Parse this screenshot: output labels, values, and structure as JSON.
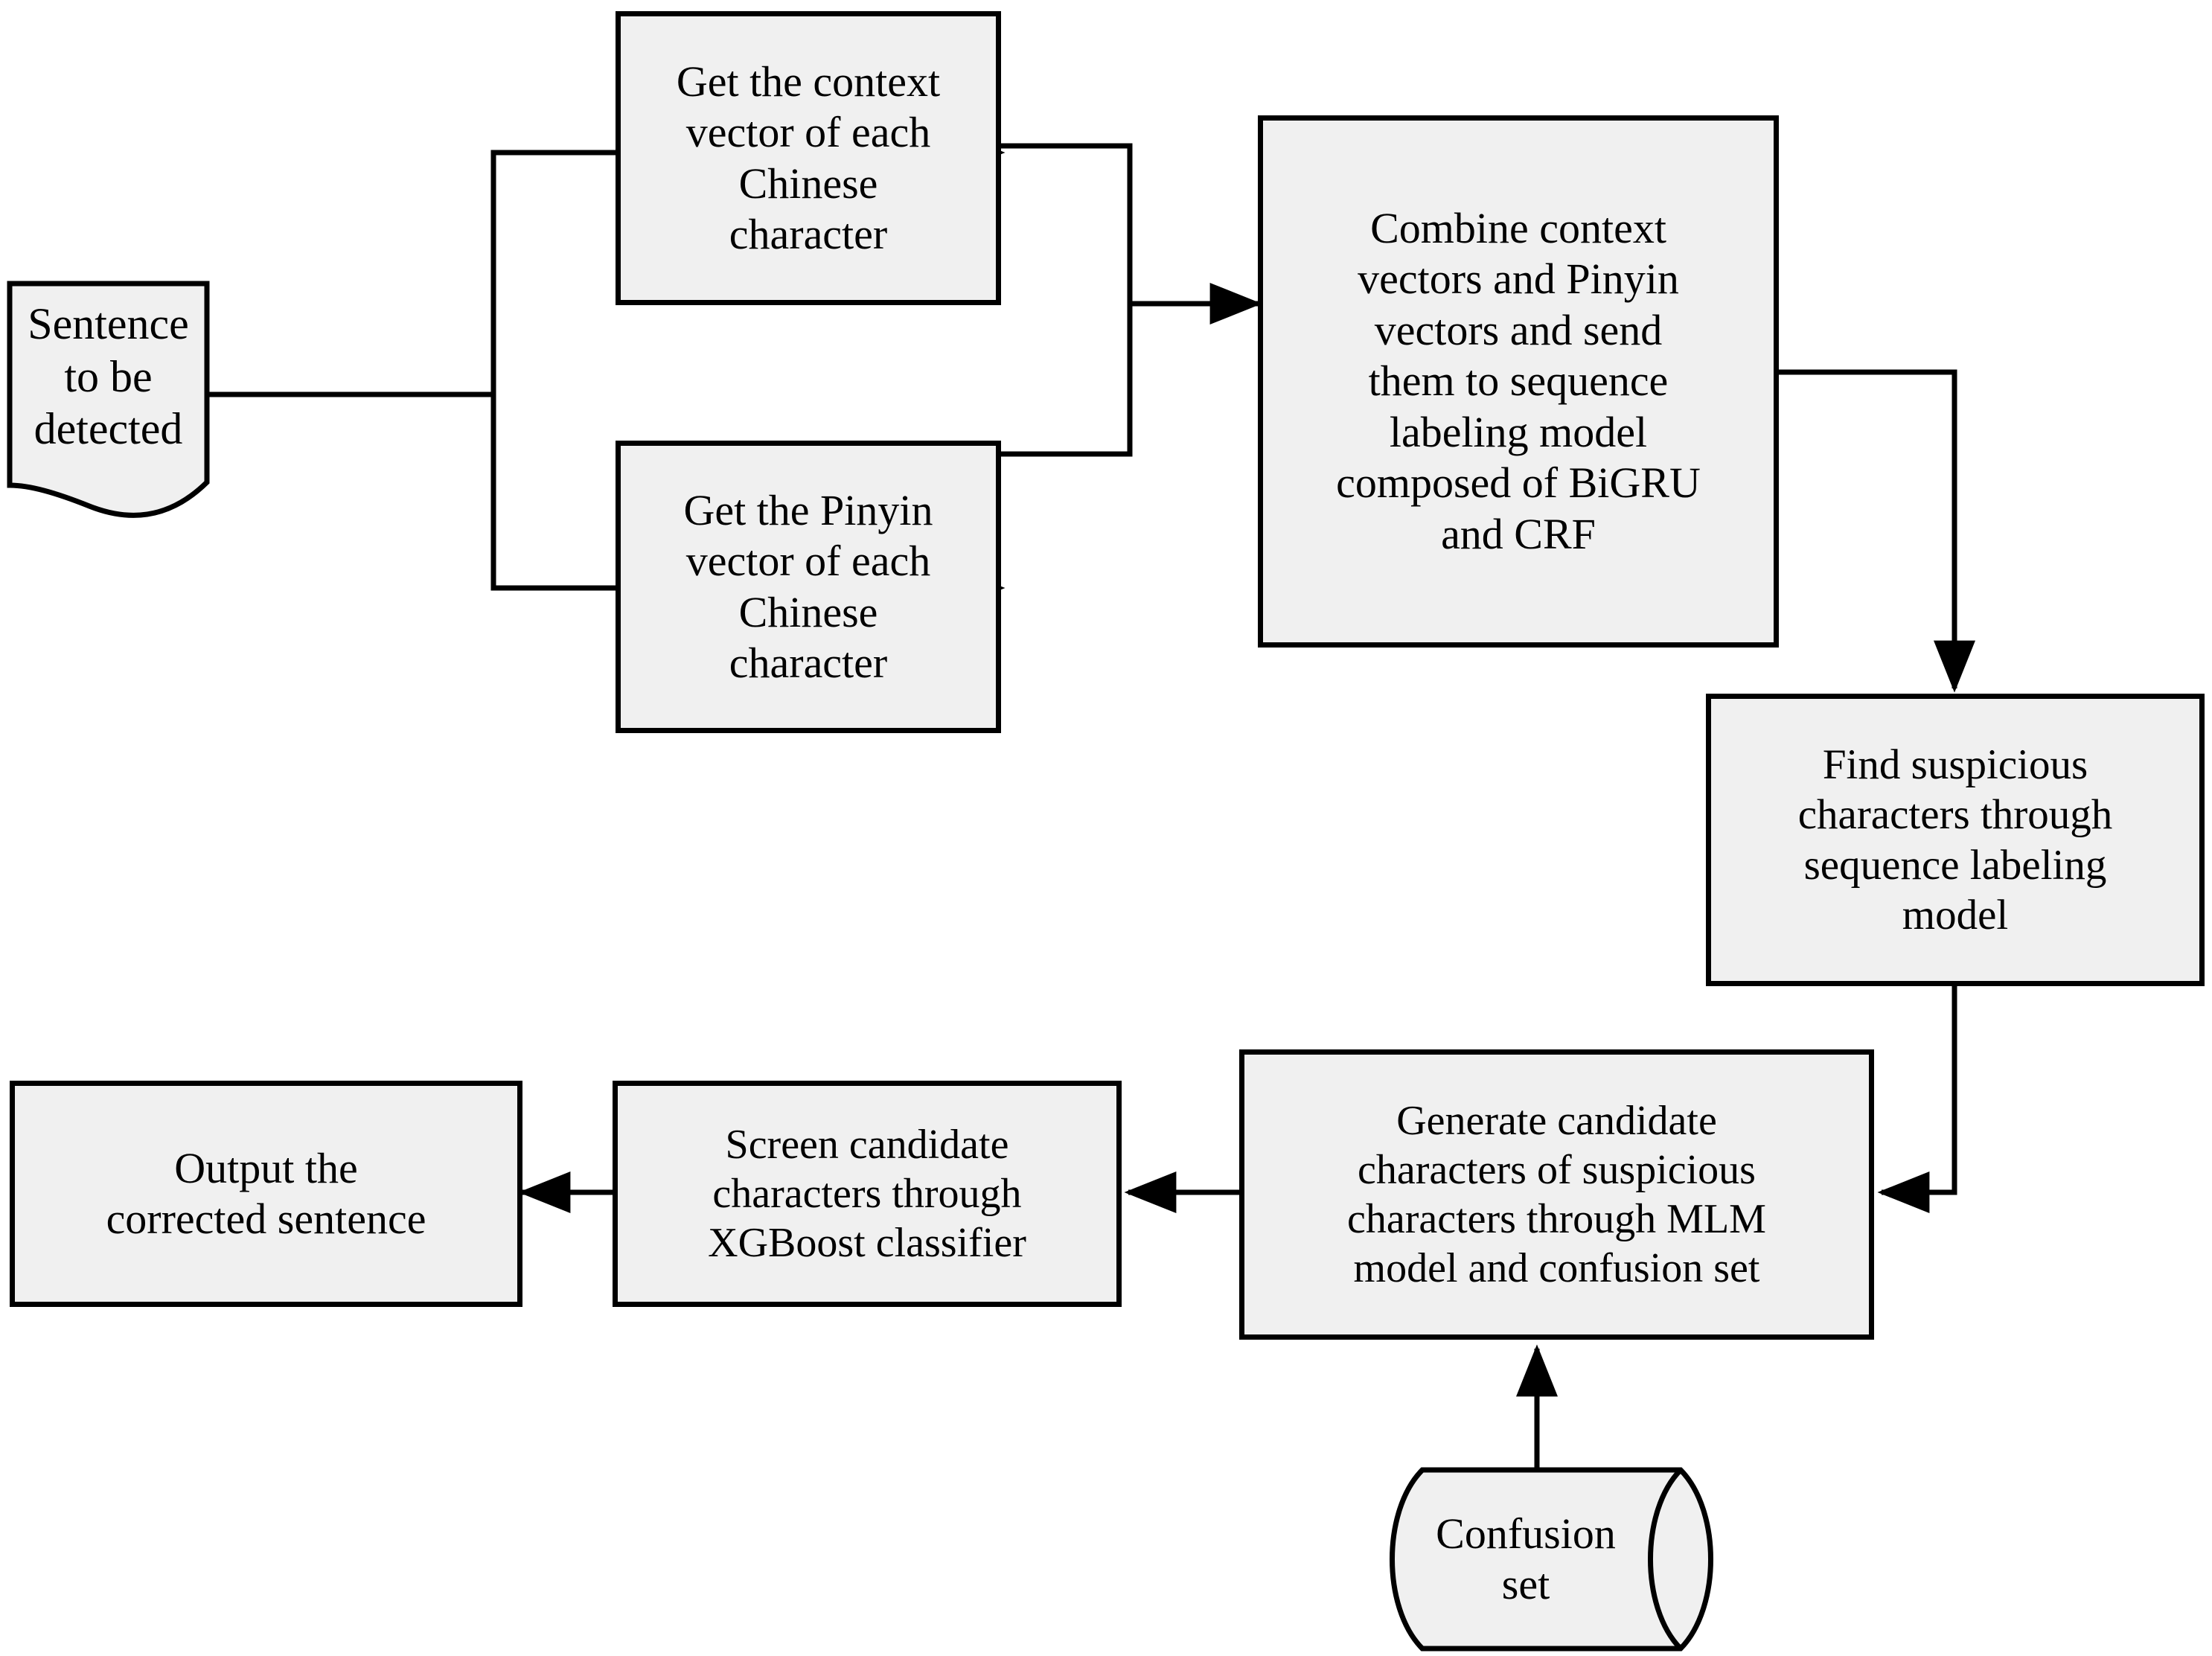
{
  "diagram": {
    "title": "Chinese spelling correction pipeline flowchart",
    "colors": {
      "node_fill": "#f0f0f0",
      "stroke": "#000000",
      "background": "#ffffff"
    },
    "nodes": [
      {
        "id": "sentence-input",
        "shape": "document",
        "label": "Sentence to be\ndetected"
      },
      {
        "id": "context-vector",
        "shape": "rectangle",
        "label": "Get the context\nvector of each\nChinese\ncharacter"
      },
      {
        "id": "pinyin-vector",
        "shape": "rectangle",
        "label": "Get the Pinyin\nvector of each\nChinese\ncharacter"
      },
      {
        "id": "combine-vectors",
        "shape": "rectangle",
        "label": "Combine context\nvectors and Pinyin\nvectors and send\nthem to sequence\nlabeling model\ncomposed of BiGRU\nand CRF"
      },
      {
        "id": "find-suspicious",
        "shape": "rectangle",
        "label": "Find suspicious\ncharacters through\nsequence labeling\nmodel"
      },
      {
        "id": "generate-candidates",
        "shape": "rectangle",
        "label": "Generate candidate\ncharacters of suspicious\ncharacters through MLM\nmodel and confusion set"
      },
      {
        "id": "screen-candidates",
        "shape": "rectangle",
        "label": "Screen candidate\ncharacters through\nXGBoost classifier"
      },
      {
        "id": "output-sentence",
        "shape": "rectangle",
        "label": "Output the\ncorrected sentence"
      },
      {
        "id": "confusion-set",
        "shape": "cylinder",
        "label": "Confusion\nset"
      }
    ],
    "edges": [
      {
        "id": "edge-input-to-context",
        "from": "sentence-input",
        "to": "context-vector",
        "arrow": true
      },
      {
        "id": "edge-input-to-pinyin",
        "from": "sentence-input",
        "to": "pinyin-vector",
        "arrow": true
      },
      {
        "id": "edge-context-to-combine",
        "from": "context-vector",
        "to": "combine-vectors",
        "arrow": true
      },
      {
        "id": "edge-pinyin-to-combine",
        "from": "pinyin-vector",
        "to": "combine-vectors",
        "arrow": true
      },
      {
        "id": "edge-combine-to-find",
        "from": "combine-vectors",
        "to": "find-suspicious",
        "arrow": true
      },
      {
        "id": "edge-find-to-generate",
        "from": "find-suspicious",
        "to": "generate-candidates",
        "arrow": true
      },
      {
        "id": "edge-generate-to-screen",
        "from": "generate-candidates",
        "to": "screen-candidates",
        "arrow": true
      },
      {
        "id": "edge-screen-to-output",
        "from": "screen-candidates",
        "to": "output-sentence",
        "arrow": true
      },
      {
        "id": "edge-confusion-to-generate",
        "from": "confusion-set",
        "to": "generate-candidates",
        "arrow": true
      }
    ]
  }
}
